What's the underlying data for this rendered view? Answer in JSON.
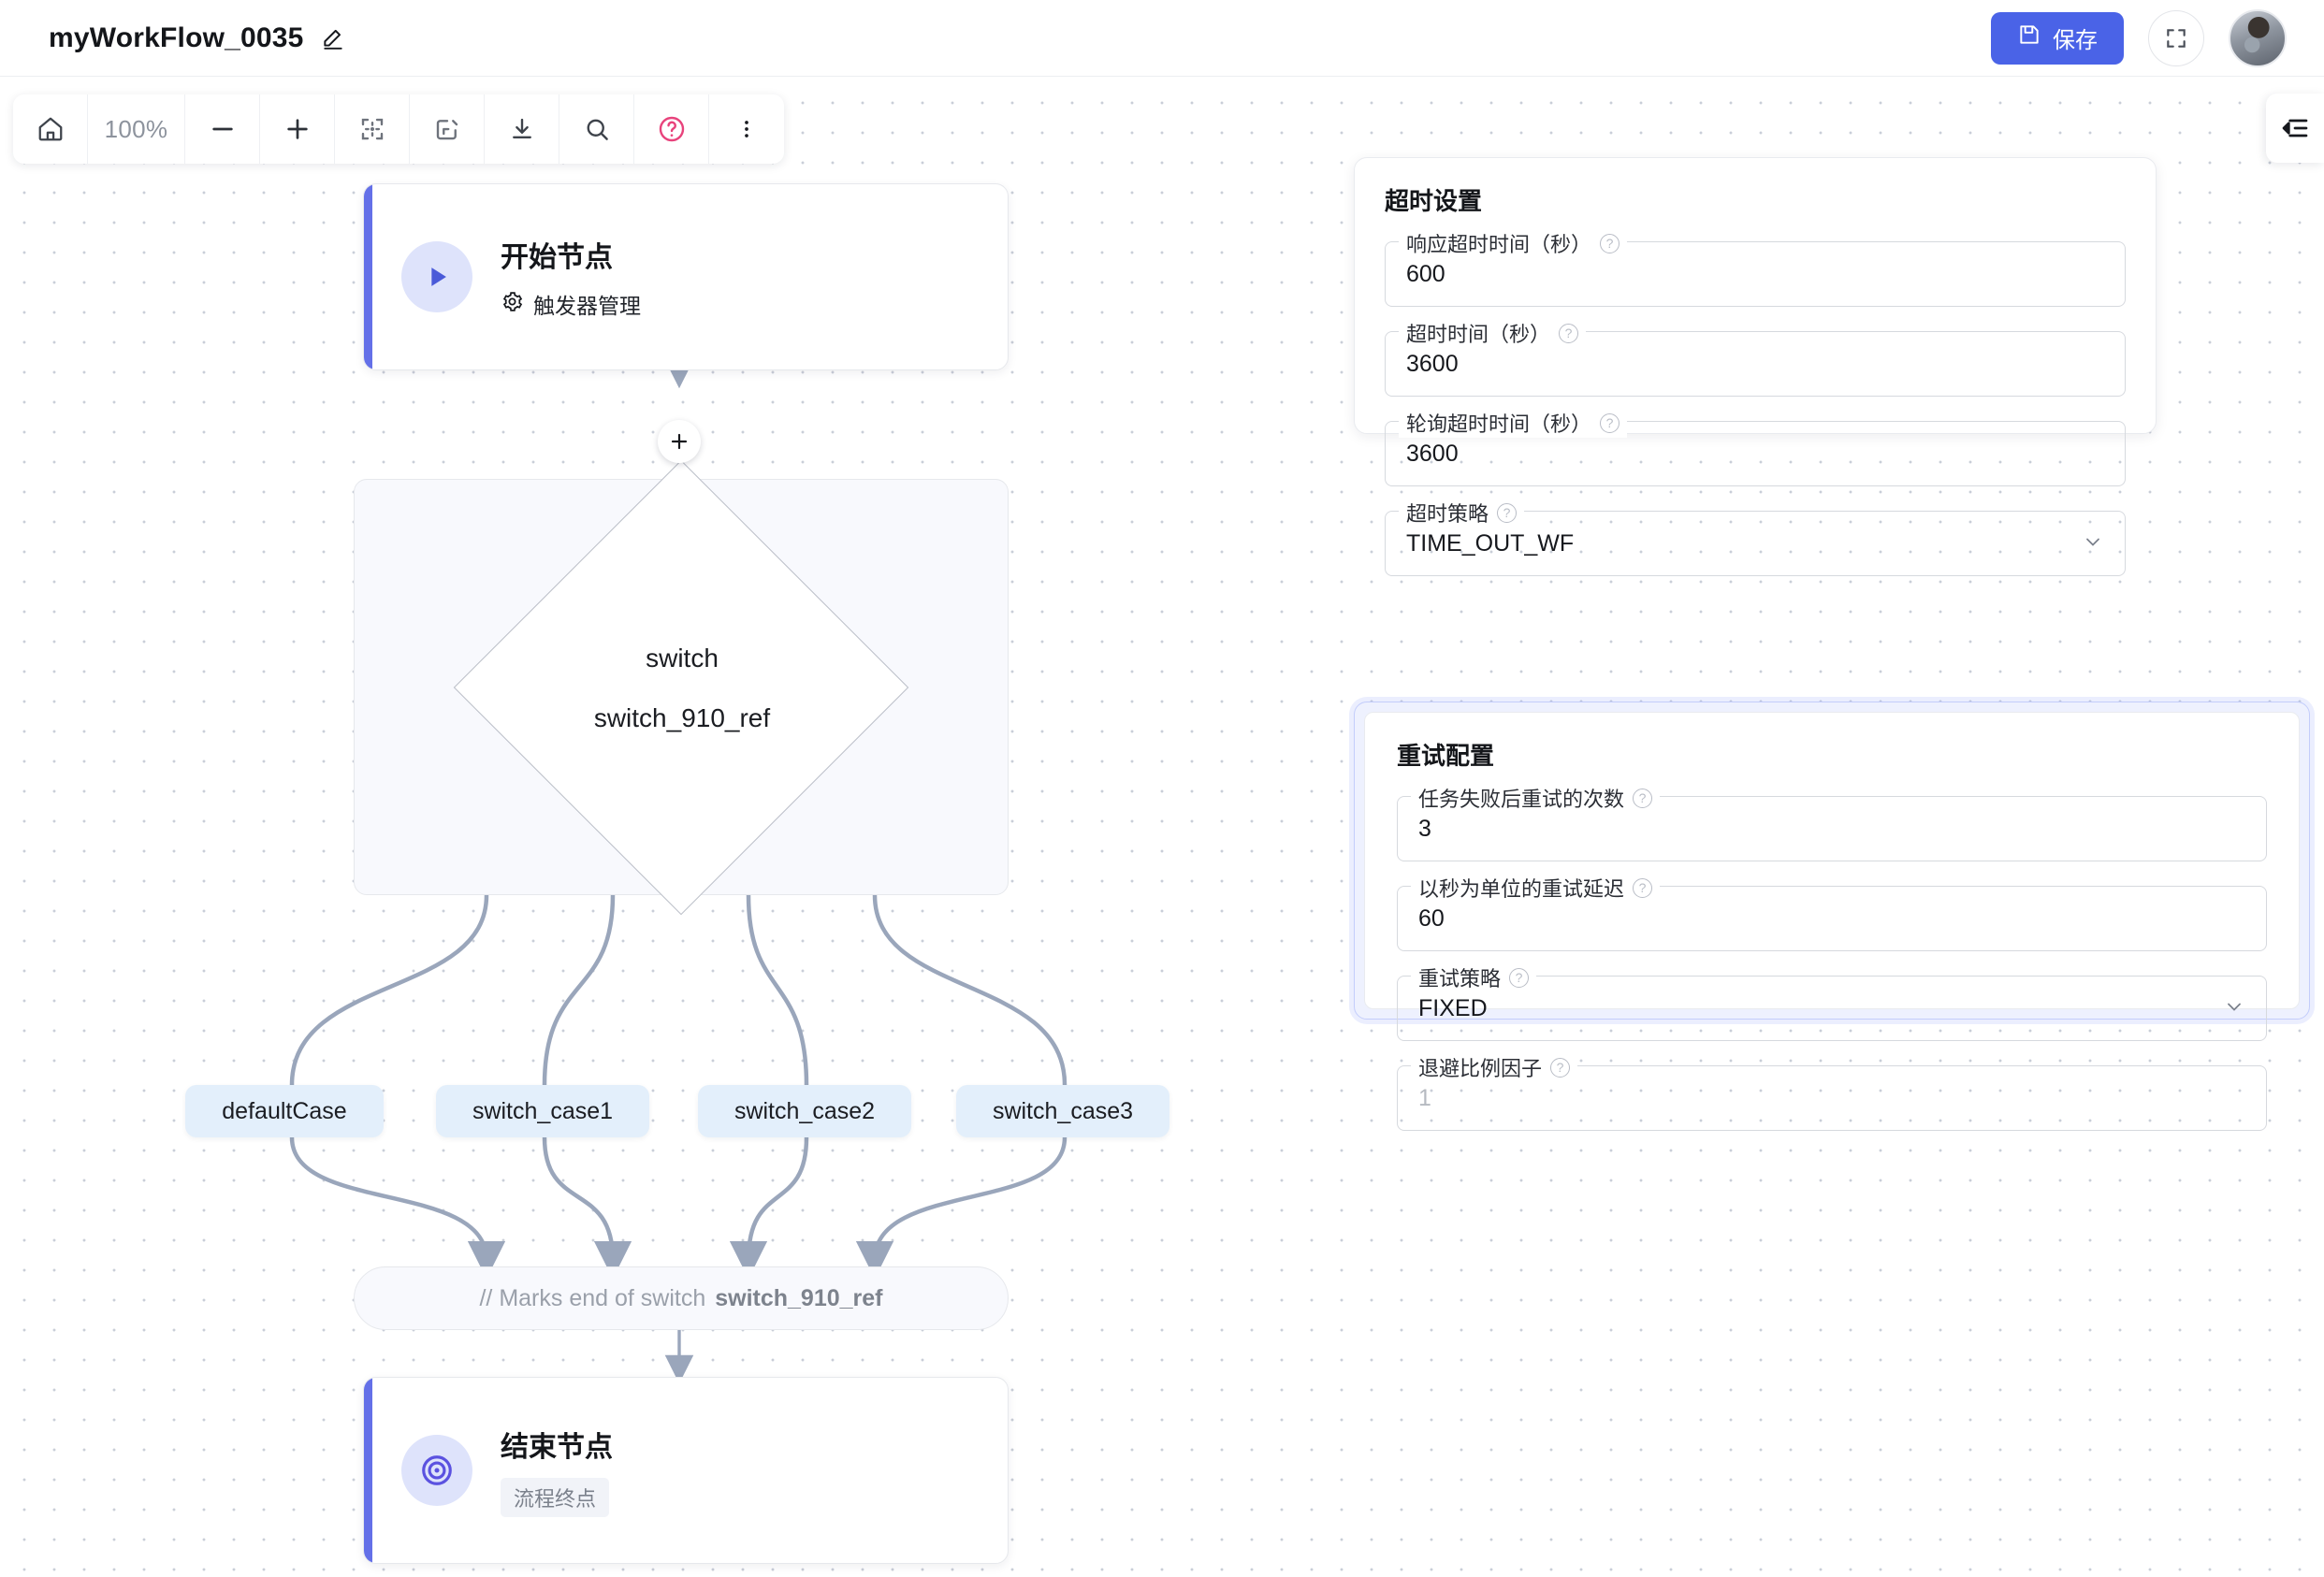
{
  "header": {
    "workflow_title": "myWorkFlow_0035",
    "edit_icon": "pencil-icon",
    "save_label": "保存",
    "save_icon": "save-disk-icon",
    "fullscreen_icon": "fullscreen-icon",
    "avatar_icon": "user-avatar",
    "accent_color": "#4a63e7"
  },
  "toolbar": {
    "home_icon": "home-icon",
    "zoom_level": "100%",
    "zoom_out_icon": "minus-icon",
    "zoom_in_icon": "plus-icon",
    "fit_view_icon": "fit-view-icon",
    "snapshot_icon": "frame-export-icon",
    "download_icon": "download-icon",
    "search_icon": "search-icon",
    "help_icon": "question-circle-icon",
    "help_color": "#e8437c",
    "more_icon": "more-vertical-icon"
  },
  "canvas": {
    "collapse_panel_icon": "collapse-right-panel-icon",
    "add_node_icon": "plus-icon",
    "start_node": {
      "title": "开始节点",
      "sub_icon": "gear-icon",
      "subtitle": "触发器管理",
      "icon": "play-icon"
    },
    "switch_node": {
      "type_label": "switch",
      "ref_label": "switch_910_ref"
    },
    "cases": [
      {
        "label": "defaultCase"
      },
      {
        "label": "switch_case1"
      },
      {
        "label": "switch_case2"
      },
      {
        "label": "switch_case3"
      }
    ],
    "end_marker": {
      "prefix": "// Marks end of switch",
      "ref": "switch_910_ref"
    },
    "end_node": {
      "title": "结束节点",
      "badge": "流程终点",
      "icon": "target-icon"
    }
  },
  "timeout_panel": {
    "title": "超时设置",
    "fields": [
      {
        "label": "响应超时时间（秒）",
        "value": "600",
        "type": "text"
      },
      {
        "label": "超时时间（秒）",
        "value": "3600",
        "type": "text"
      },
      {
        "label": "轮询超时时间（秒）",
        "value": "3600",
        "type": "text"
      },
      {
        "label": "超时策略",
        "value": "TIME_OUT_WF",
        "type": "select"
      }
    ]
  },
  "retry_panel": {
    "title": "重试配置",
    "fields": [
      {
        "label": "任务失败后重试的次数",
        "value": "3",
        "type": "text"
      },
      {
        "label": "以秒为单位的重试延迟",
        "value": "60",
        "type": "text"
      },
      {
        "label": "重试策略",
        "value": "FIXED",
        "type": "select"
      },
      {
        "label": "退避比例因子",
        "placeholder": "1",
        "type": "text"
      }
    ]
  }
}
